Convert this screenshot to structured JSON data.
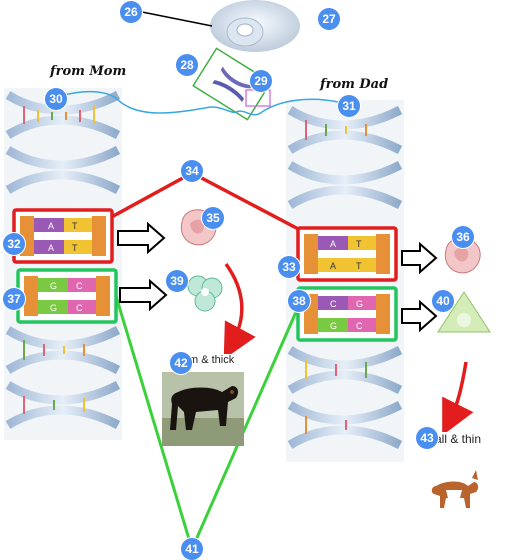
{
  "labels": {
    "mom": "from Mom",
    "dad": "from Dad",
    "mom_dog_caption": "m & thick",
    "dad_dog_caption": "all & thin"
  },
  "gene_letters": {
    "mom_top_row1": [
      "A",
      "T"
    ],
    "mom_top_row2": [
      "A",
      "T"
    ],
    "mom_bottom_row1": [
      "G",
      "C"
    ],
    "mom_bottom_row2": [
      "G",
      "C"
    ],
    "dad_top_row1": [
      "A",
      "T"
    ],
    "dad_top_row2": [
      "A",
      "T"
    ],
    "dad_bottom_row1": [
      "C",
      "G"
    ],
    "dad_bottom_row2": [
      "G",
      "C"
    ]
  },
  "colors": {
    "red_box": "#e11d1d",
    "green_box": "#22c55e",
    "badge": "#4a8ef0",
    "helix": "#7fa3c8",
    "chromosome_outline": "#40b040"
  },
  "badges": [
    "26",
    "27",
    "28",
    "29",
    "30",
    "31",
    "32",
    "33",
    "34",
    "35",
    "36",
    "37",
    "38",
    "39",
    "40",
    "41",
    "42",
    "43"
  ]
}
